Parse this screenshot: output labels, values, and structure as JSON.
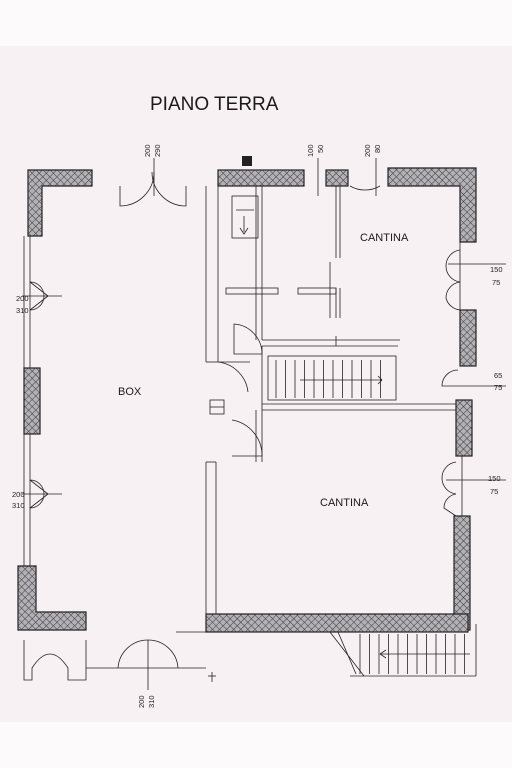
{
  "title": "PIANO TERRA",
  "rooms": {
    "box": "BOX",
    "cantina_top": "CANTINA",
    "cantina_main": "CANTINA"
  },
  "dims": {
    "top_door_a": "200",
    "top_door_b": "290",
    "top_mid_a": "100",
    "top_mid_b": "50",
    "top_right_a": "200",
    "top_right_b": "80",
    "left_upper_a": "200",
    "left_upper_b": "310",
    "left_lower_a": "200",
    "left_lower_b": "310",
    "right_upper_a": "150",
    "right_upper_b": "75",
    "right_mid_a": "65",
    "right_mid_b": "75",
    "right_lower_a": "150",
    "right_lower_b": "75",
    "bottom_a": "200",
    "bottom_b": "310"
  },
  "colors": {
    "wall_fill": "#a9a6ac",
    "line": "#222222",
    "paper": "#f8f1f4"
  }
}
